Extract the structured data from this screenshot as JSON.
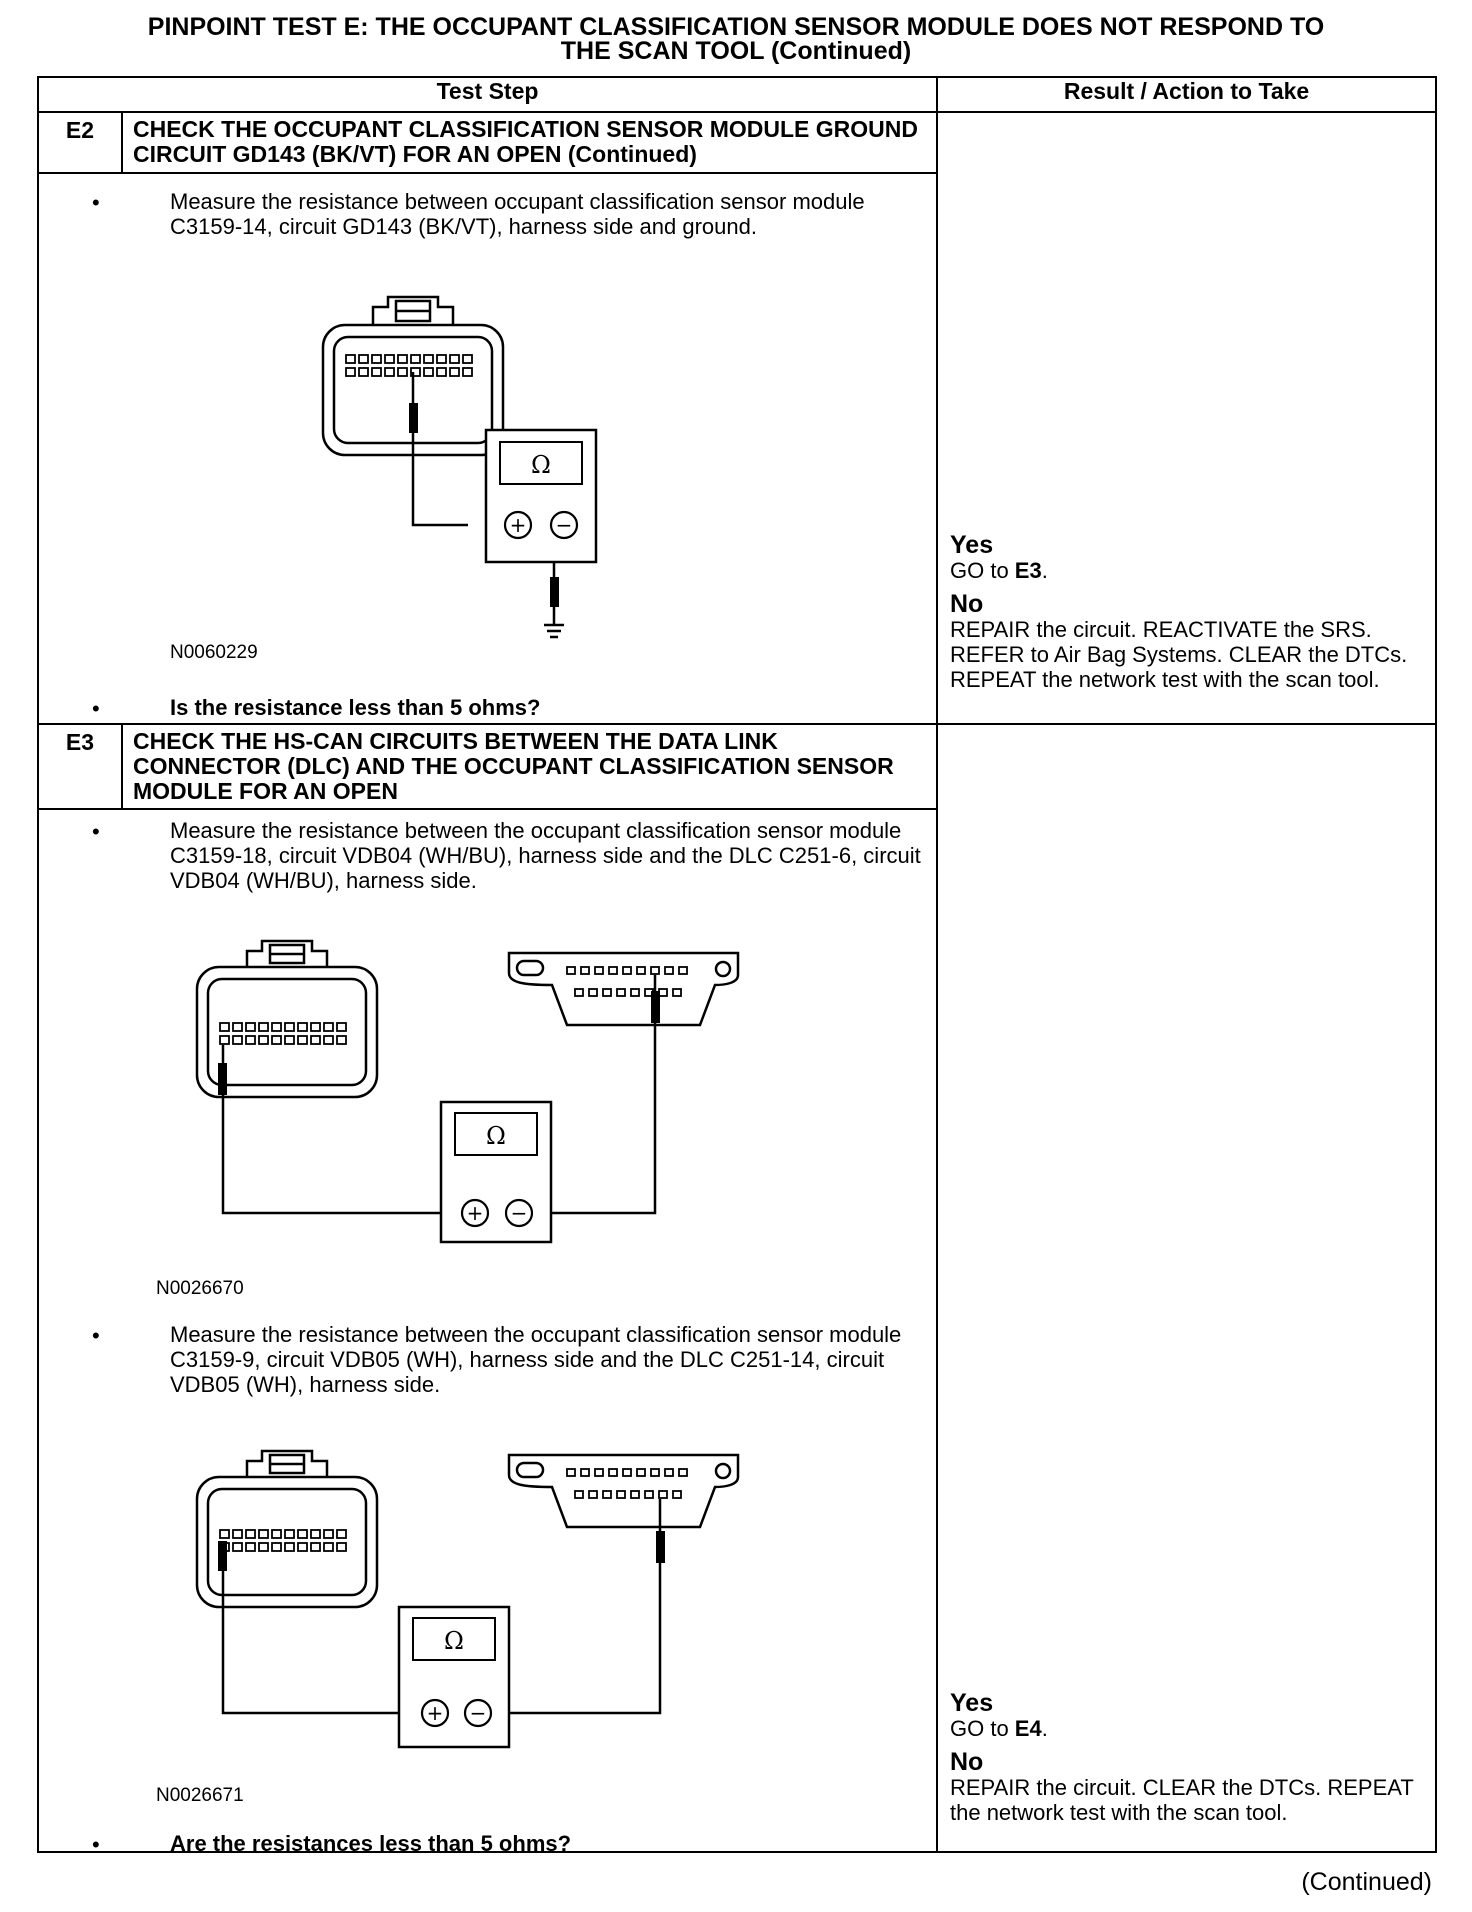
{
  "title": {
    "line1": "PINPOINT TEST  E: THE OCCUPANT CLASSIFICATION SENSOR MODULE DOES NOT RESPOND TO",
    "line2": "THE SCAN TOOL (Continued)"
  },
  "table": {
    "col_step": "Test Step",
    "col_result": "Result / Action to Take"
  },
  "e2": {
    "id": "E2",
    "title": "CHECK THE OCCUPANT CLASSIFICATION SENSOR MODULE GROUND CIRCUIT GD143 (BK/VT) FOR AN OPEN (Continued)",
    "bullet1": "Measure the resistance between occupant classification sensor module C3159-14, circuit GD143 (BK/VT), harness side and ground.",
    "figure_code": "N0060229",
    "question": "Is the resistance less than 5 ohms?",
    "yes_label": "Yes",
    "yes_action_prefix": "GO to ",
    "yes_action_target": "E3",
    "no_label": "No",
    "no_action": "REPAIR the circuit. REACTIVATE the SRS. REFER to Air Bag Systems. CLEAR the DTCs. REPEAT the network test with the scan tool."
  },
  "e3": {
    "id": "E3",
    "title": "CHECK THE HS-CAN CIRCUITS BETWEEN THE DATA LINK CONNECTOR (DLC) AND THE OCCUPANT CLASSIFICATION SENSOR MODULE FOR AN OPEN",
    "bullet1": "Measure the resistance between the occupant classification sensor module C3159-18, circuit VDB04 (WH/BU), harness side and the DLC C251-6, circuit VDB04 (WH/BU), harness side.",
    "figure1_code": "N0026670",
    "bullet2": "Measure the resistance between the occupant classification sensor module C3159-9, circuit VDB05 (WH), harness side and the DLC C251-14, circuit VDB05 (WH), harness side.",
    "figure2_code": "N0026671",
    "question": "Are the resistances less than 5 ohms?",
    "yes_label": "Yes",
    "yes_action_prefix": "GO to ",
    "yes_action_target": "E4",
    "no_label": "No",
    "no_action": "REPAIR the circuit. CLEAR the DTCs. REPEAT the network test with the scan tool."
  },
  "meter_symbol": "Ω",
  "plus_symbol": "+",
  "minus_symbol": "−",
  "footer": "(Continued)"
}
